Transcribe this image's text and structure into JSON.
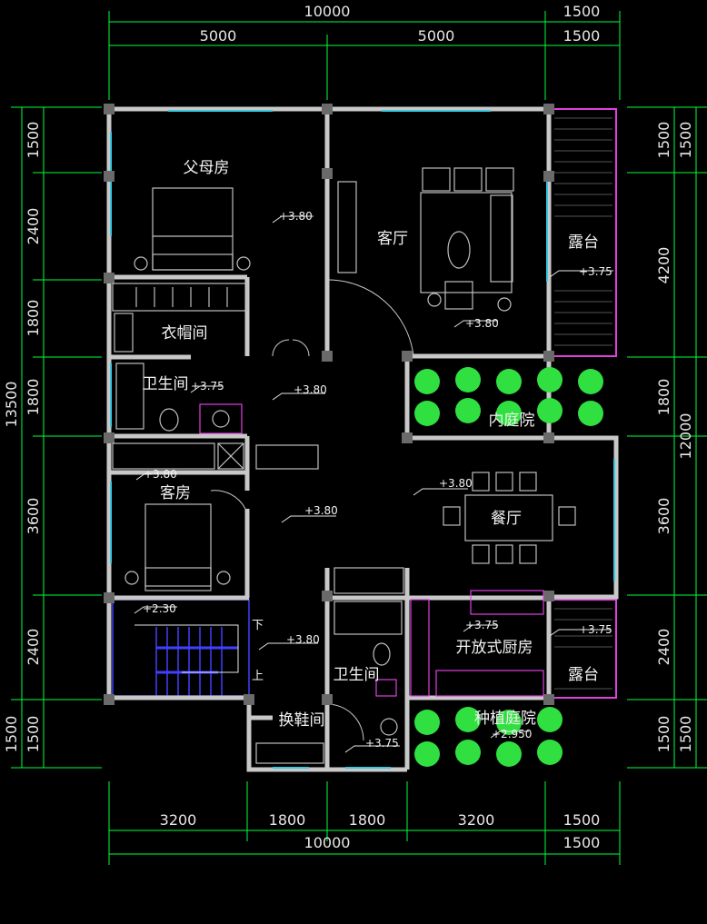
{
  "dimensions": {
    "top_total": "10000",
    "top_right_a": "1500",
    "top_left": "5000",
    "top_mid": "5000",
    "top_right_b": "1500",
    "left_total": "13500",
    "left": [
      "1500",
      "2400",
      "1800",
      "1800",
      "3600",
      "2400",
      "1500"
    ],
    "right_total": "12000",
    "right": [
      "1500",
      "4200",
      "1800",
      "3600",
      "2400",
      "1500"
    ],
    "left_bottom_extra": "1500",
    "bottom": [
      "3200",
      "1800",
      "1800",
      "3200"
    ],
    "bottom_right_a": "1500",
    "bottom_total": "10000",
    "bottom_right_b": "1500"
  },
  "rooms": {
    "parents_room": "父母房",
    "cloakroom": "衣帽间",
    "bathroom_1": "卫生间",
    "guest_room": "客房",
    "living_room": "客厅",
    "terrace_1": "露台",
    "inner_courtyard": "内庭院",
    "dining_room": "餐厅",
    "open_kitchen": "开放式厨房",
    "terrace_2": "露台",
    "bathroom_2": "卫生间",
    "shoe_room": "换鞋间",
    "planting_courtyard": "种植庭院"
  },
  "levels": {
    "parents": "+3.80",
    "living": "+3.80",
    "terrace_1": "+3.75",
    "bath_1": "+3.75",
    "corridor": "+3.80",
    "wardrobe": "+3.80",
    "hall": "+3.80",
    "dining": "+3.80",
    "stair": "+2.30",
    "kitchen": "+3.75",
    "terrace_2": "+3.75",
    "entry": "+3.80",
    "bath_2": "+3.75",
    "planting": "+2.950"
  },
  "stairs": {
    "down": "下",
    "up": "上"
  },
  "colors": {
    "dim_line": "#00ff3c",
    "wall": "#c8c8c8",
    "window": "#38c8e0",
    "terrace": "#e040e0",
    "furniture": "#bfbfbf",
    "stair": "#4040ff",
    "plant": "#30e040"
  }
}
